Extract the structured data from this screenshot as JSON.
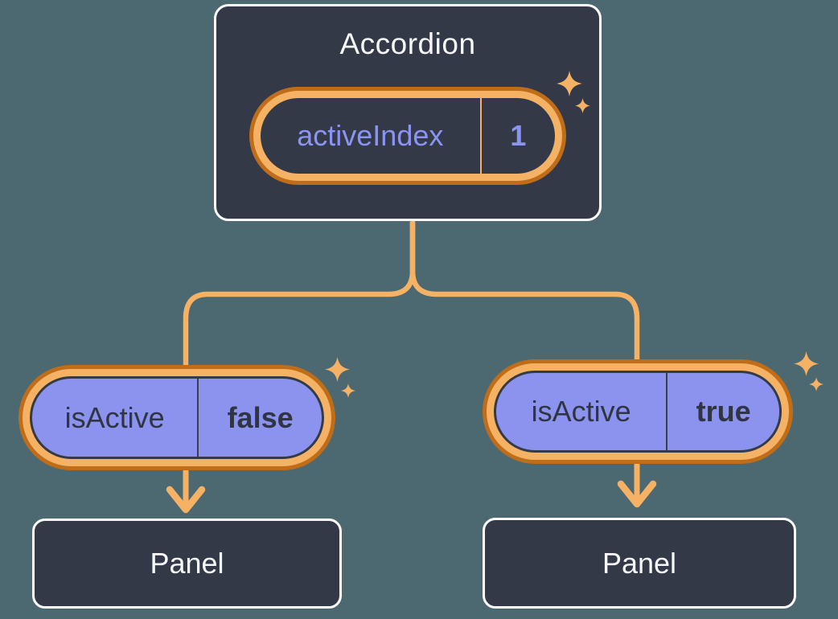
{
  "background_color": "#4c6870",
  "accordion": {
    "title": "Accordion",
    "state_pill": {
      "name": "activeIndex",
      "value": "1"
    }
  },
  "children": {
    "left": {
      "prop": {
        "name": "isActive",
        "value": "false"
      },
      "panel": {
        "title": "Panel"
      }
    },
    "right": {
      "prop": {
        "name": "isActive",
        "value": "true"
      },
      "panel": {
        "title": "Panel"
      }
    }
  },
  "colors": {
    "accent_orange_light": "#f6b264",
    "accent_orange_dark": "#c06d1a",
    "node_fill": "#333947",
    "node_border": "#ffffff",
    "purple_fill": "#8b93ee",
    "purple_text": "#8b94f4",
    "dark_text": "#2f3542",
    "light_text": "#f6f7f9"
  },
  "icons": {
    "sparkle": "four-point-star"
  }
}
